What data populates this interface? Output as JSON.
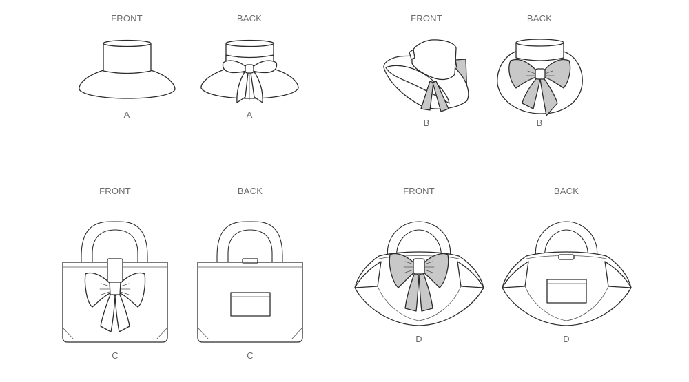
{
  "views": [
    {
      "id": "hat-a-front",
      "caption": "FRONT",
      "variant": "A"
    },
    {
      "id": "hat-a-back",
      "caption": "BACK",
      "variant": "A"
    },
    {
      "id": "hat-b-front",
      "caption": "FRONT",
      "variant": "B"
    },
    {
      "id": "hat-b-back",
      "caption": "BACK",
      "variant": "B"
    },
    {
      "id": "bag-c-front",
      "caption": "FRONT",
      "variant": "C"
    },
    {
      "id": "bag-c-back",
      "caption": "BACK",
      "variant": "C"
    },
    {
      "id": "bag-d-front",
      "caption": "FRONT",
      "variant": "D"
    },
    {
      "id": "bag-d-back",
      "caption": "BACK",
      "variant": "D"
    }
  ],
  "colors": {
    "line": "#2b2b2b",
    "bow_fill": "#c8c8c8",
    "label_text": "#6b6b6b",
    "background": "#ffffff"
  }
}
